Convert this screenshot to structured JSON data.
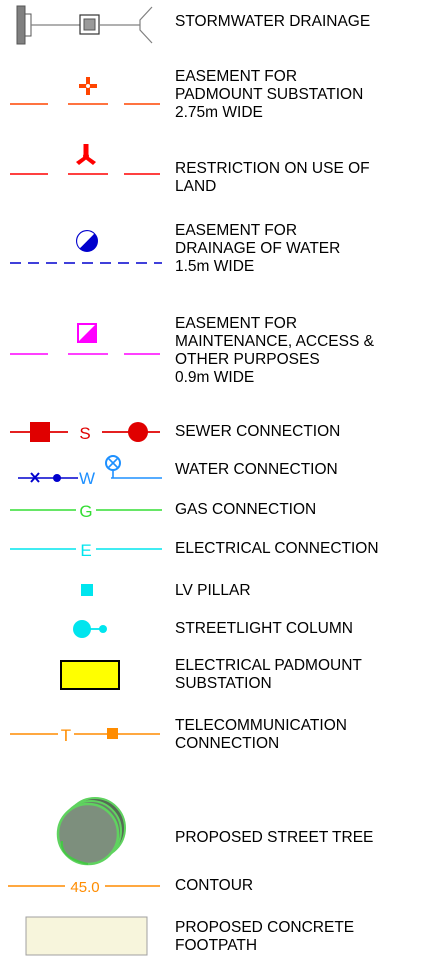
{
  "legend": {
    "stormwater": {
      "lines": [
        "STORMWATER DRAINAGE"
      ],
      "color": "#808080"
    },
    "padmount_easement": {
      "lines": [
        "EASEMENT FOR",
        "PADMOUNT SUBSTATION",
        "2.75m WIDE"
      ],
      "color": "#ff4500"
    },
    "restriction": {
      "lines": [
        "RESTRICTION ON USE OF",
        "LAND"
      ],
      "color": "#ff0000"
    },
    "drainage_easement": {
      "lines": [
        "EASEMENT FOR",
        "DRAINAGE OF WATER",
        "1.5m WIDE"
      ],
      "color": "#0000cd"
    },
    "maintenance_easement": {
      "lines": [
        "EASEMENT FOR",
        "MAINTENANCE, ACCESS &",
        "OTHER PURPOSES",
        "0.9m WIDE"
      ],
      "color": "#ff00ff"
    },
    "sewer": {
      "lines": [
        "SEWER CONNECTION"
      ],
      "letter": "S",
      "color": "#e00000"
    },
    "water": {
      "lines": [
        "WATER CONNECTION"
      ],
      "letter": "W",
      "color": "#1e90ff"
    },
    "gas": {
      "lines": [
        "GAS CONNECTION"
      ],
      "letter": "G",
      "color": "#33dd33"
    },
    "electrical": {
      "lines": [
        "ELECTRICAL CONNECTION"
      ],
      "letter": "E",
      "color": "#00e5ee"
    },
    "lv_pillar": {
      "lines": [
        "LV PILLAR"
      ],
      "color": "#00e5ee"
    },
    "streetlight": {
      "lines": [
        "STREETLIGHT COLUMN"
      ],
      "color": "#00e5ee"
    },
    "padmount_substation": {
      "lines": [
        "ELECTRICAL PADMOUNT",
        "SUBSTATION"
      ],
      "color": "#ffff00"
    },
    "telecom": {
      "lines": [
        "TELECOMMUNICATION",
        "CONNECTION"
      ],
      "letter": "T",
      "color": "#ff8c00"
    },
    "street_tree": {
      "lines": [
        "PROPOSED STREET TREE"
      ],
      "color": "#4caf50"
    },
    "contour": {
      "lines": [
        "CONTOUR"
      ],
      "value": "45.0",
      "color": "#ff8c00"
    },
    "footpath": {
      "lines": [
        "PROPOSED CONCRETE",
        "FOOTPATH"
      ],
      "color": "#f7f5dc"
    }
  }
}
